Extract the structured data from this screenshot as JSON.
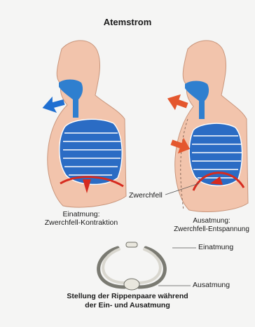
{
  "title": "Atemstrom",
  "left_caption": {
    "line1": "Einatmung:",
    "line2": "Zwerchfell-Kontraktion"
  },
  "right_caption": {
    "line1": "Ausatmung:",
    "line2": "Zwerchfell-Entspannung"
  },
  "diaphragm_label": "Zwerchfell",
  "rib_labels": {
    "inhale": "Einatmung",
    "exhale": "Ausatmung"
  },
  "bottom_caption": {
    "line1": "Stellung der Rippenpaare während",
    "line2": "der Ein- und Ausatmung"
  },
  "colors": {
    "skin": "#f2c4ac",
    "airway": "#2f7fcf",
    "ribcage": "#2b6cc4",
    "arrow_in": "#1f6fd1",
    "arrow_out": "#e4572e",
    "diaphragm_arrow": "#d62b1f"
  }
}
